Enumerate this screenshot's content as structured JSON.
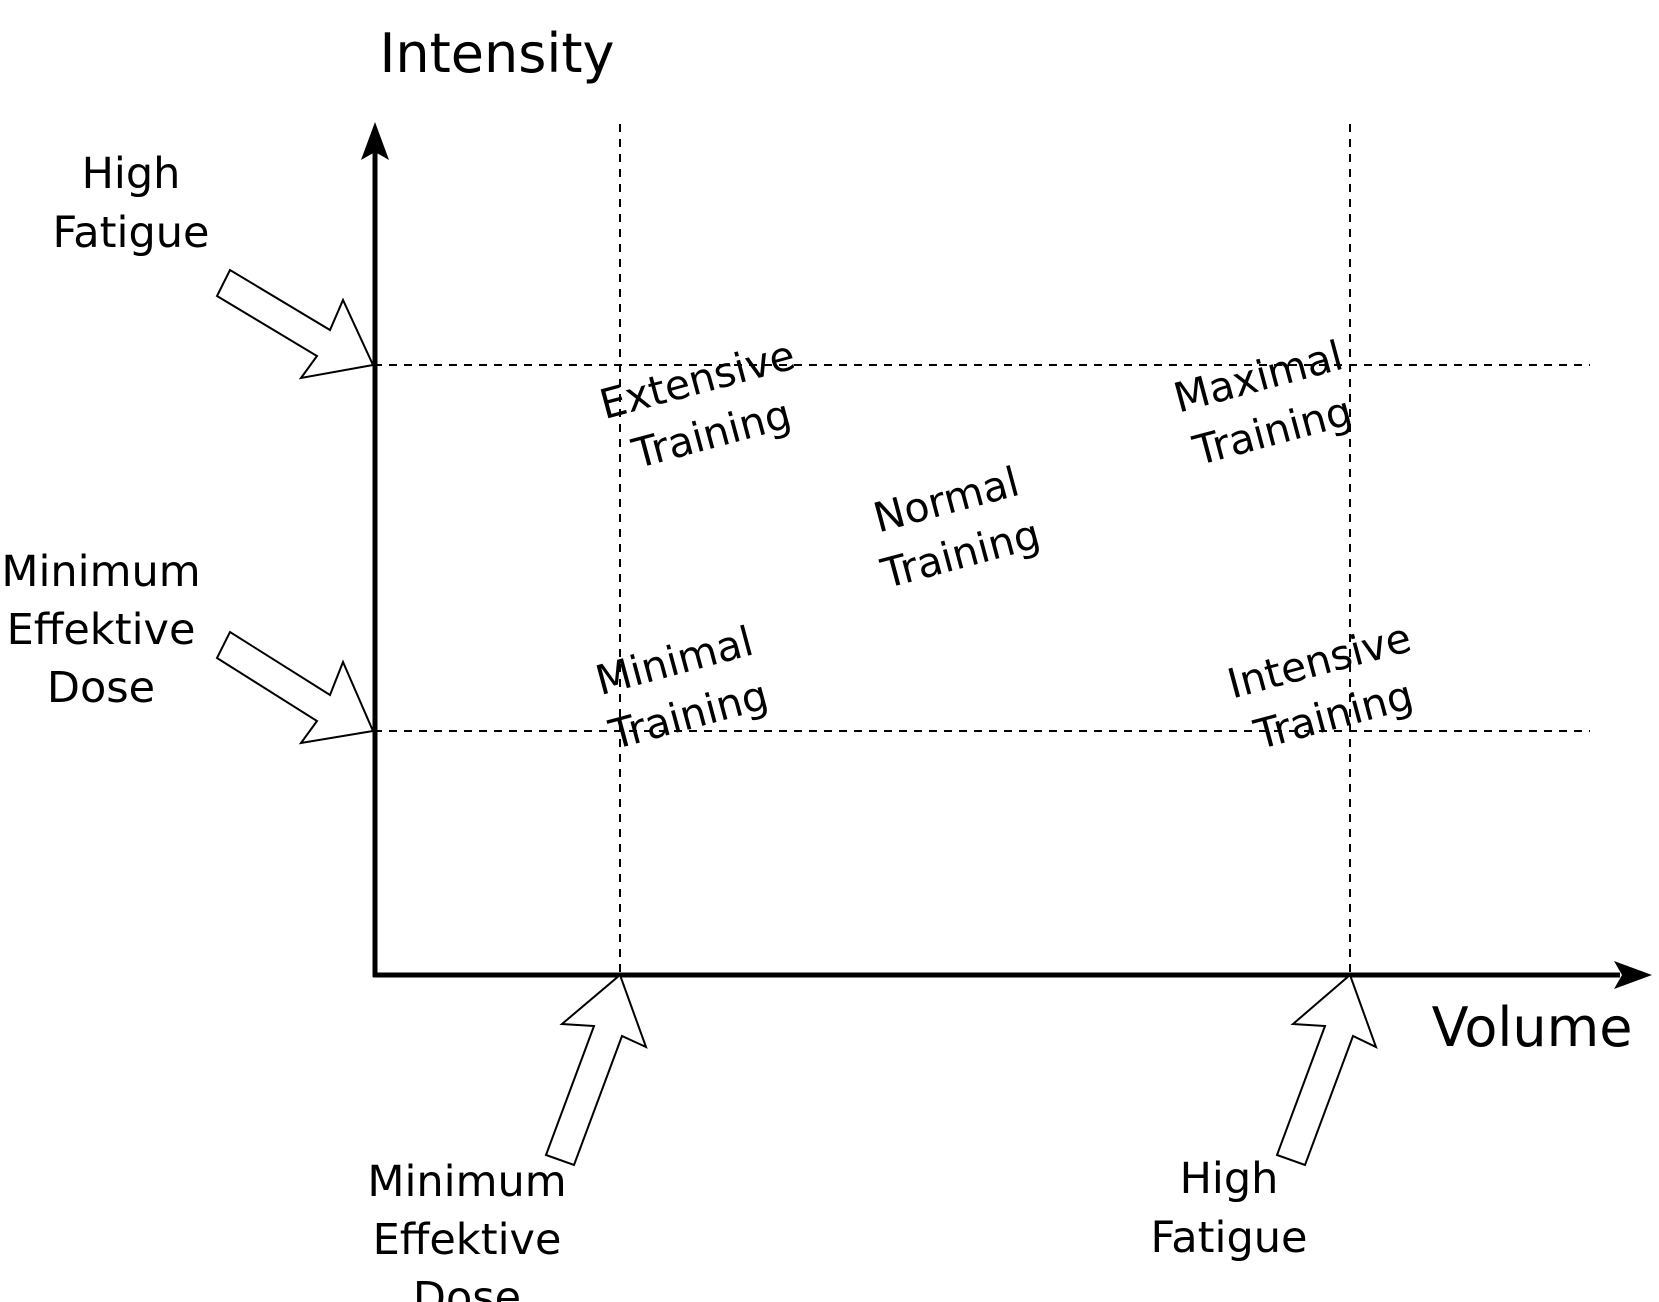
{
  "axes": {
    "y_label": "Intensity",
    "x_label": "Volume"
  },
  "threshold_labels": {
    "y_high_fatigue": [
      "High",
      "Fatigue"
    ],
    "y_minimum_dose": [
      "Minimum",
      "Effektive",
      "Dose"
    ],
    "x_minimum_dose": [
      "Minimum",
      "Effektive",
      "Dose"
    ],
    "x_high_fatigue": [
      "High",
      "Fatigue"
    ]
  },
  "zones": {
    "extensive": [
      "Extensive",
      "Training"
    ],
    "maximal": [
      "Maximal",
      "Training"
    ],
    "normal": [
      "Normal",
      "Training"
    ],
    "minimal": [
      "Minimal",
      "Training"
    ],
    "intensive": [
      "Intensive",
      "Training"
    ]
  }
}
